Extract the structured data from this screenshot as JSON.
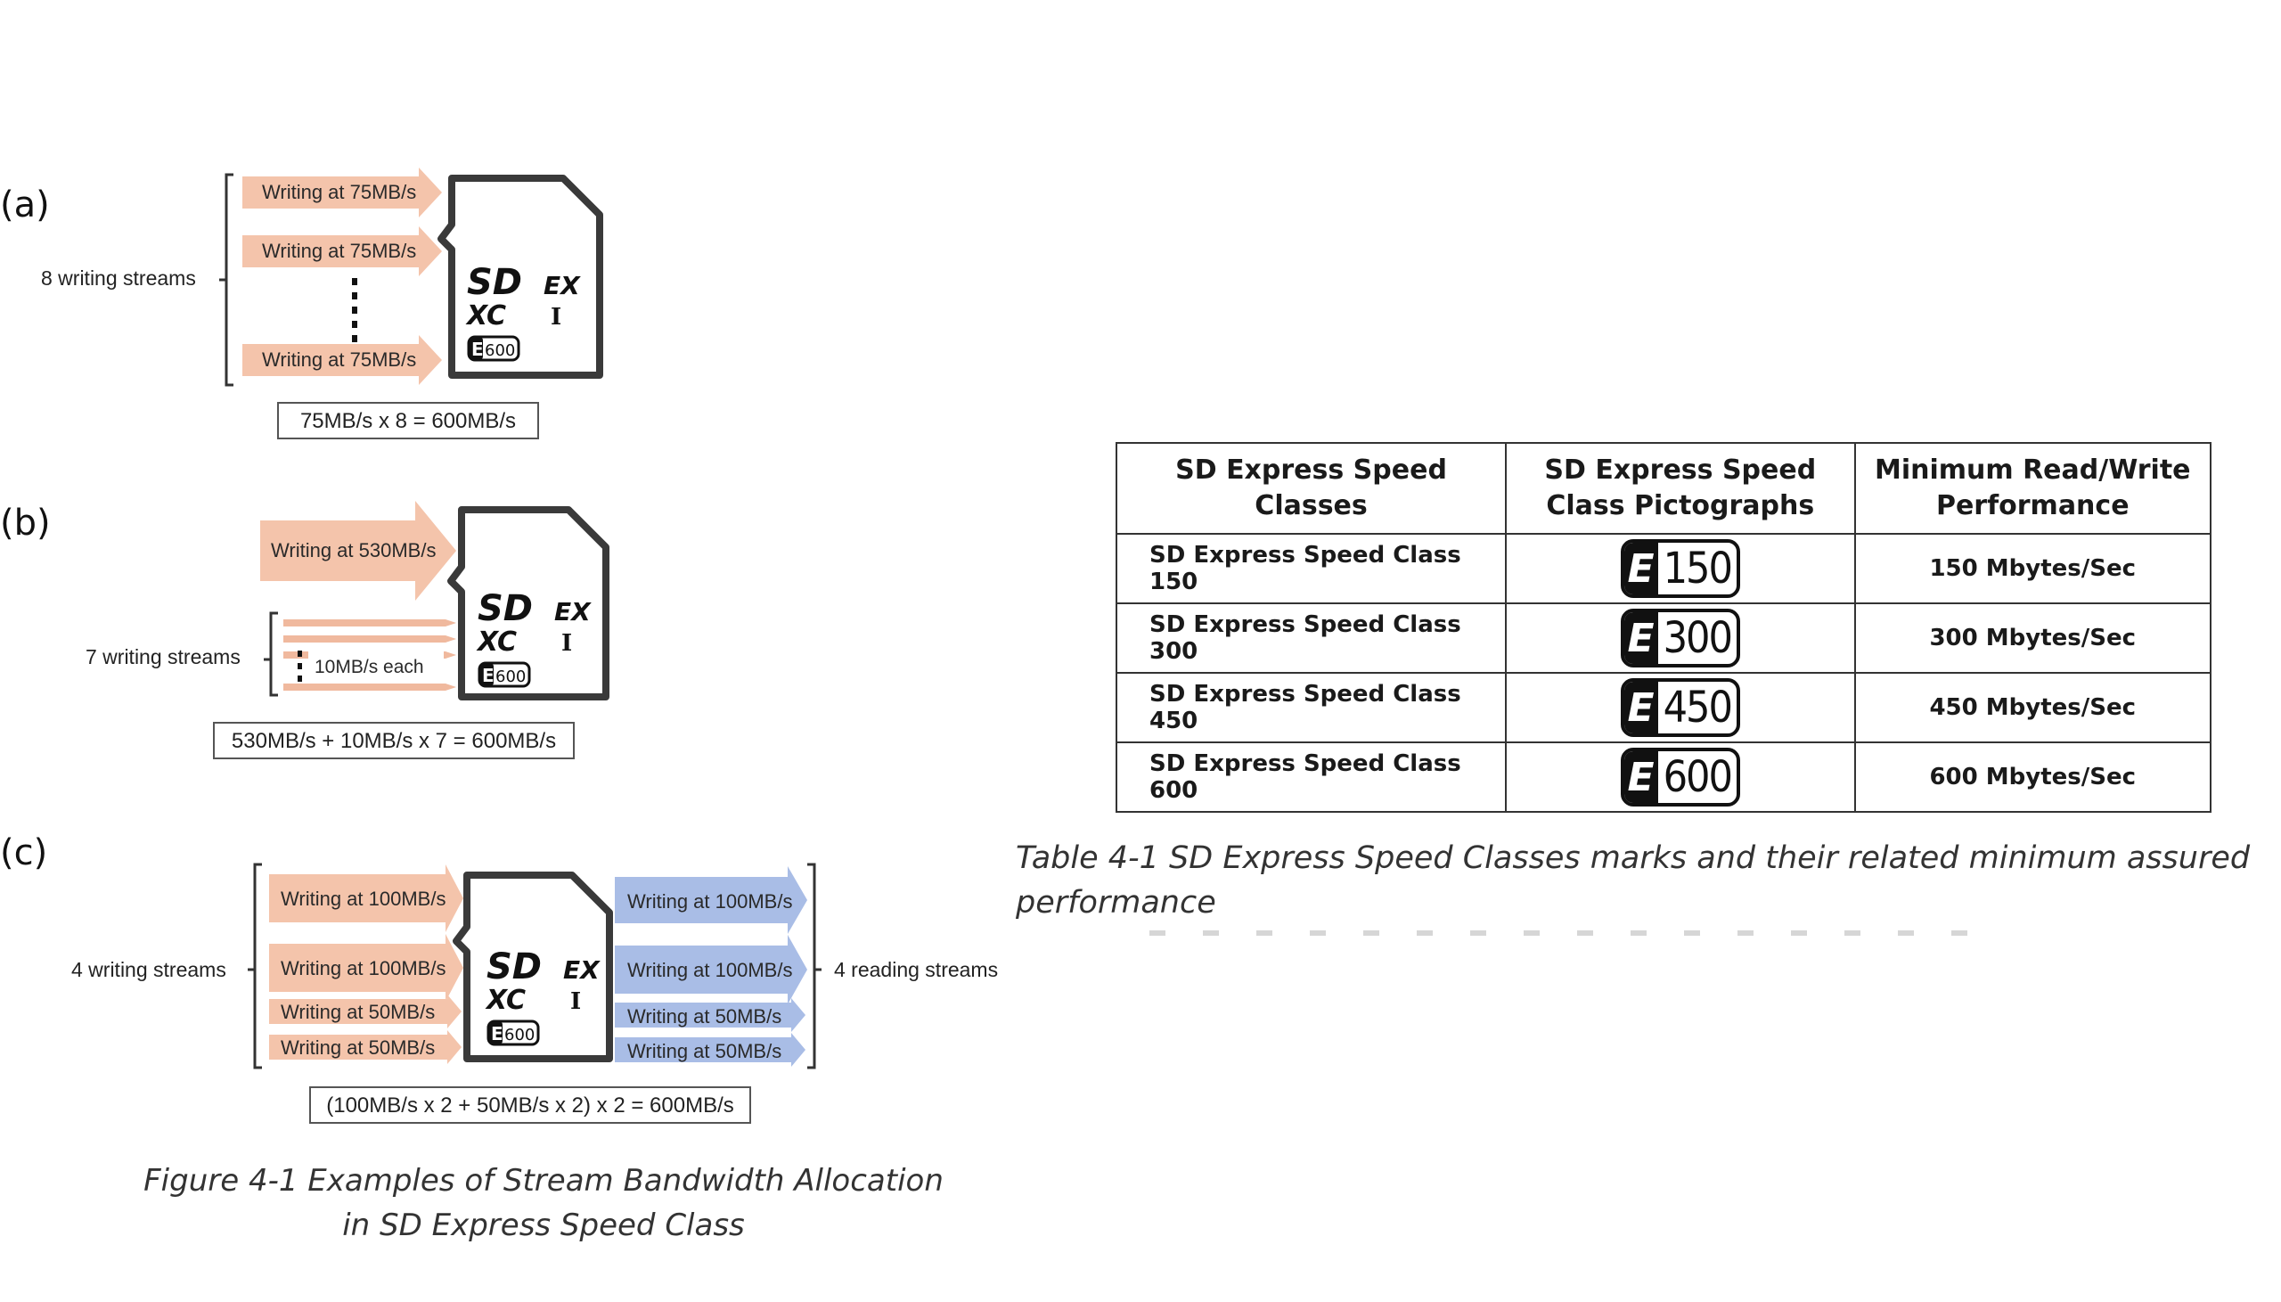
{
  "panels": {
    "a": {
      "label": "(a)",
      "streams_label": "8 writing streams",
      "arrows": [
        "Writing at 75MB/s",
        "Writing at 75MB/s",
        "Writing at 75MB/s"
      ],
      "equation": "75MB/s x 8 = 600MB/s"
    },
    "b": {
      "label": "(b)",
      "big_arrow": "Writing at 530MB/s",
      "streams_label": "7 writing streams",
      "small_note": "10MB/s each",
      "equation": "530MB/s + 10MB/s x 7 = 600MB/s"
    },
    "c": {
      "label": "(c)",
      "left_label": "4 writing streams",
      "right_label": "4 reading streams",
      "write_arrows": [
        "Writing at 100MB/s",
        "Writing at 100MB/s",
        "Writing at 50MB/s",
        "Writing at 50MB/s"
      ],
      "read_arrows": [
        "Writing at 100MB/s",
        "Writing at 100MB/s",
        "Writing at 50MB/s",
        "Writing at 50MB/s"
      ],
      "equation": "(100MB/s x 2 + 50MB/s x 2) x 2 = 600MB/s"
    }
  },
  "card": {
    "logo_sd": "SD",
    "logo_xc": "XC",
    "logo_ex": "EX",
    "logo_i": "I",
    "badge_e": "E",
    "badge_num": "600"
  },
  "figure_caption": {
    "line1": "Figure 4-1  Examples of Stream Bandwidth Allocation",
    "line2": "in SD Express Speed Class"
  },
  "table": {
    "headers": [
      "SD Express Speed Classes",
      "SD Express Speed Class Pictographs",
      "Minimum Read/Write Performance"
    ],
    "rows": [
      {
        "cls": "SD Express Speed Class 150",
        "picto_e": "E",
        "picto_num": "150",
        "perf": "150 Mbytes/Sec"
      },
      {
        "cls": "SD Express Speed Class 300",
        "picto_e": "E",
        "picto_num": "300",
        "perf": "300 Mbytes/Sec"
      },
      {
        "cls": "SD Express Speed Class 450",
        "picto_e": "E",
        "picto_num": "450",
        "perf": "450 Mbytes/Sec"
      },
      {
        "cls": "SD Express Speed Class 600",
        "picto_e": "E",
        "picto_num": "600",
        "perf": "600 Mbytes/Sec"
      }
    ]
  },
  "table_caption": "Table 4-1  SD Express Speed Classes marks and their related minimum assured performance",
  "colors": {
    "write_arrow": "#f4c4ab",
    "read_arrow": "#a9bde6",
    "card_stroke": "#3a3a3a",
    "bracket": "#333333"
  }
}
